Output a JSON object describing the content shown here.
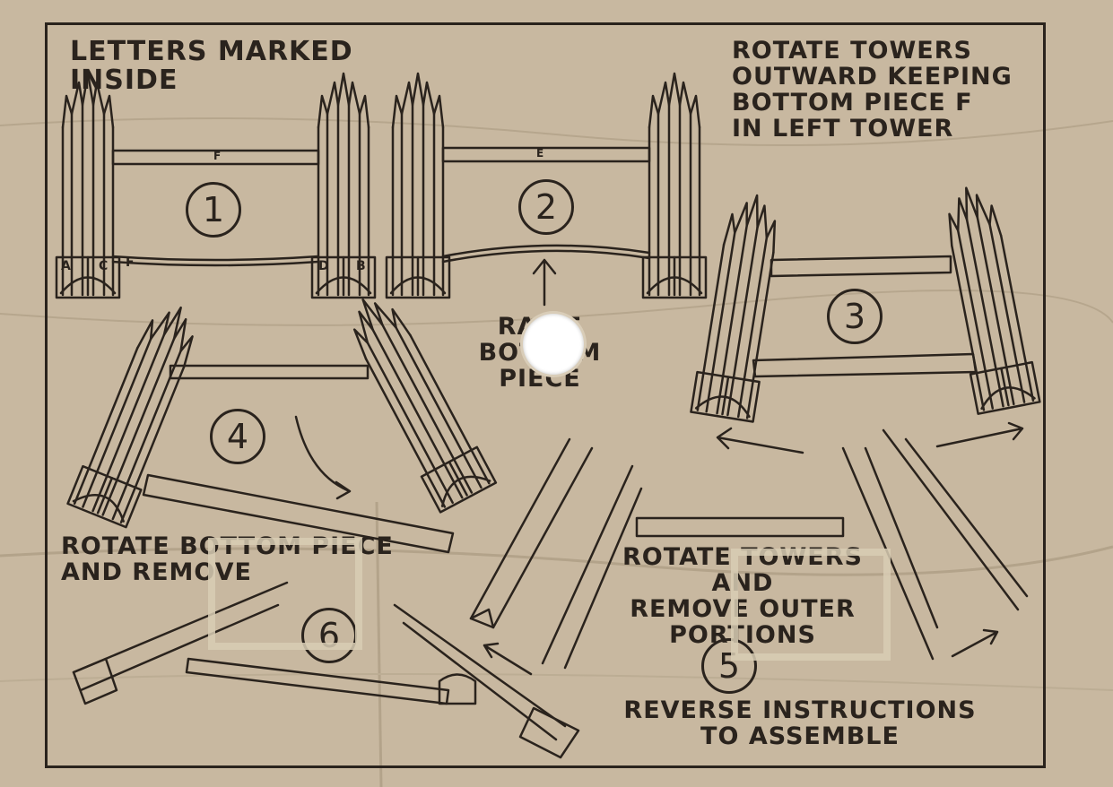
{
  "colors": {
    "ink": "#2a231d",
    "paper": "#c8b8a0",
    "hole": "#ffffff",
    "string": "#d8ccb4"
  },
  "texts": {
    "top_left": "LETTERS MARKED\nINSIDE",
    "top_right": "ROTATE TOWERS\nOUTWARD KEEPING\nBOTTOM PIECE F\nIN LEFT TOWER",
    "raise": "RAISE BOTTOM\nPIECE",
    "rotate_bottom": "ROTATE BOTTOM PIECE\nAND REMOVE",
    "rotate_towers": "ROTATE TOWERS\nAND\nREMOVE OUTER PORTIONS",
    "reverse": "REVERSE INSTRUCTIONS\nTO ASSEMBLE"
  },
  "step_numbers": [
    "1",
    "2",
    "3",
    "4",
    "5",
    "6"
  ],
  "part_letters": {
    "a": "A",
    "b": "B",
    "c": "C",
    "d": "D",
    "e": "E",
    "f": "F"
  },
  "icons": [
    "punched-hole",
    "string-loop",
    "arrow-up",
    "arrow-left",
    "arrow-right",
    "curved-arrow"
  ]
}
